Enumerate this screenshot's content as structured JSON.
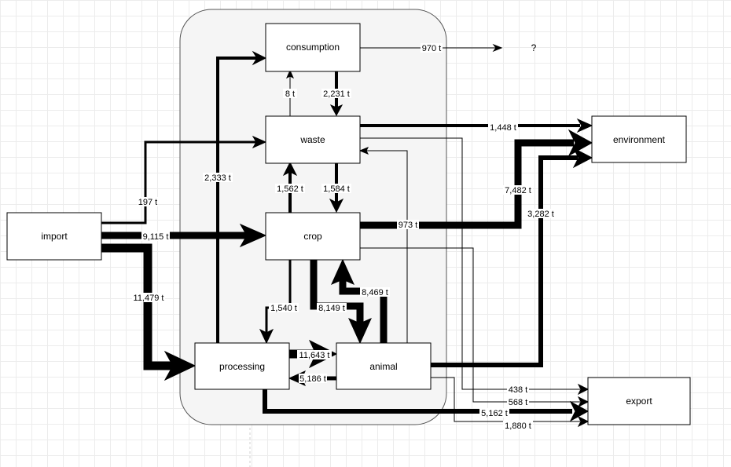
{
  "nodes": {
    "consumption": "consumption",
    "waste": "waste",
    "crop": "crop",
    "processing": "processing",
    "animal": "animal",
    "import": "import",
    "environment": "environment",
    "export": "export",
    "unknown": "?"
  },
  "flows": {
    "consumption_unknown": "970 t",
    "waste_consumption": "8 t",
    "consumption_waste": "2,231 t",
    "waste_environment": "1,448 t",
    "import_waste": "197 t",
    "processing_consumption": "2,333 t",
    "crop_waste": "1,562 t",
    "waste_crop": "1,584 t",
    "crop_environment": "7,482 t",
    "crop_export_1": "973 t",
    "animal_environment": "3,282 t",
    "import_crop": "9,115 t",
    "import_processing": "11,479 t",
    "crop_processing": "1,540 t",
    "crop_animal": "8,149 t",
    "animal_crop": "8,469 t",
    "processing_animal": "11,643 t",
    "animal_processing": "5,186 t",
    "export_438": "438 t",
    "export_568": "568 t",
    "processing_export": "5,162 t",
    "animal_export": "1,880 t"
  }
}
